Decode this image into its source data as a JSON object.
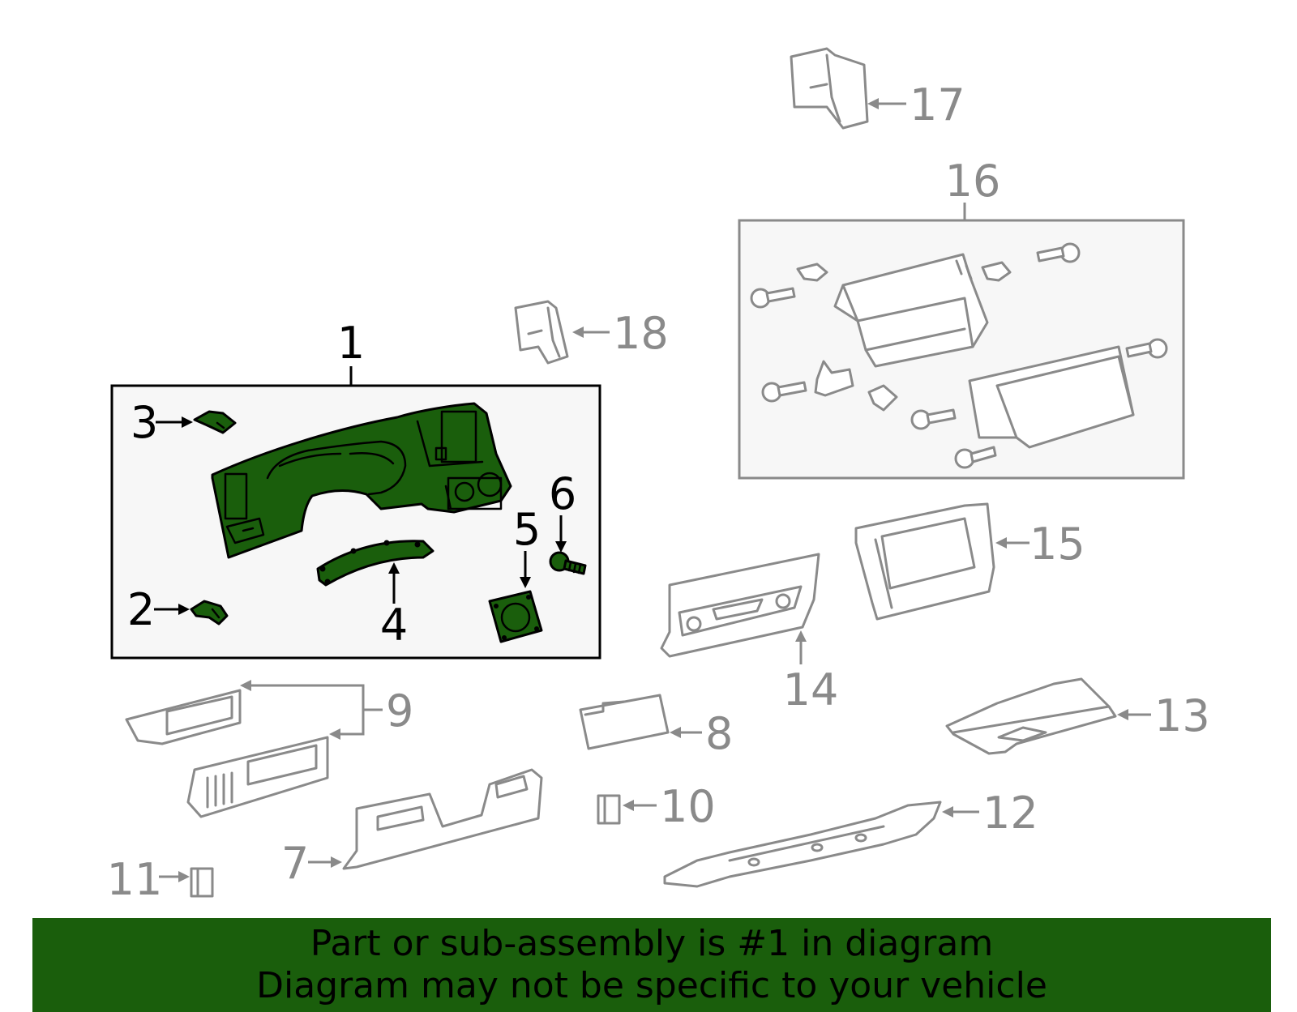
{
  "callouts": {
    "c1": "1",
    "c2": "2",
    "c3": "3",
    "c4": "4",
    "c5": "5",
    "c6": "6",
    "c7": "7",
    "c8": "8",
    "c9": "9",
    "c10": "10",
    "c11": "11",
    "c12": "12",
    "c13": "13",
    "c14": "14",
    "c15": "15",
    "c16": "16",
    "c17": "17",
    "c18": "18"
  },
  "highlight_color": "#1a5e0c",
  "banner": {
    "line1": "Part or sub-assembly is #1 in diagram",
    "line2": "Diagram may not be specific to your vehicle"
  }
}
